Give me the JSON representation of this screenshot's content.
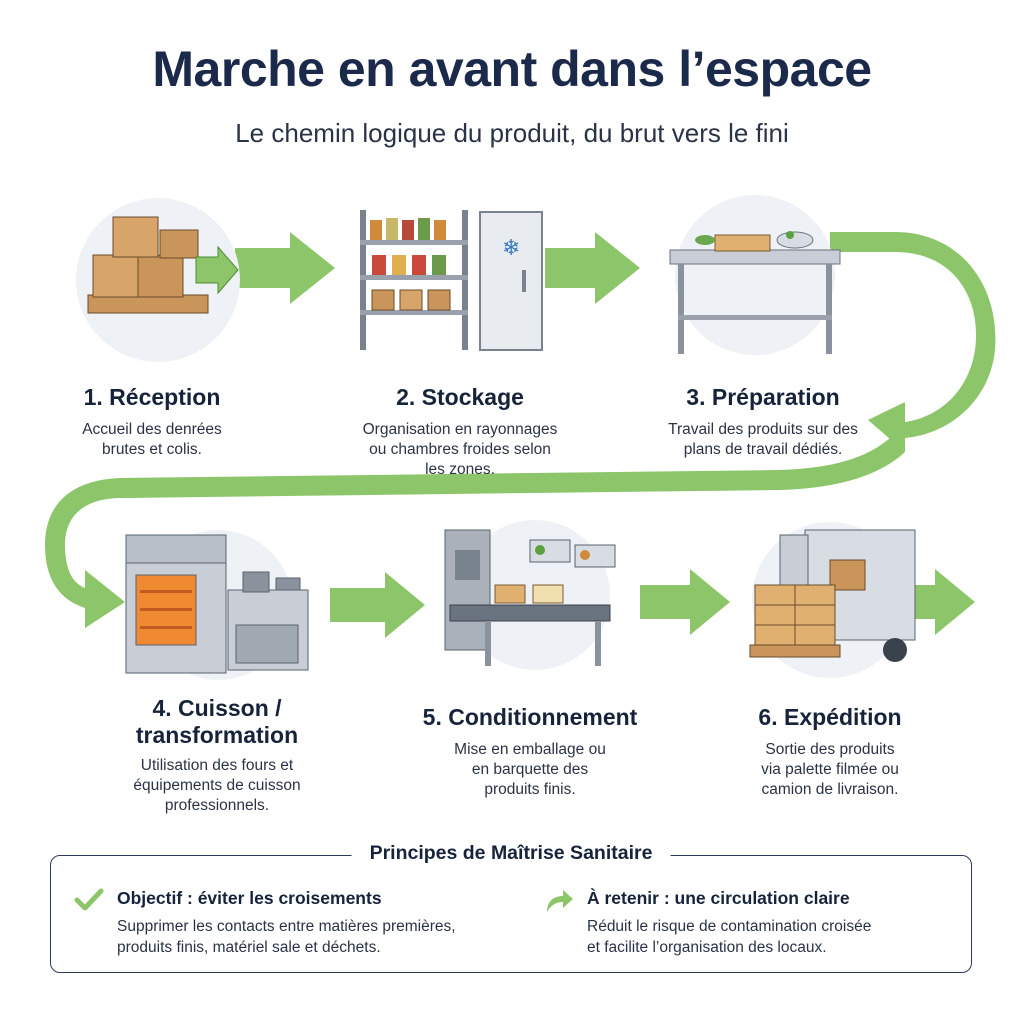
{
  "title": "Marche en avant dans l’espace",
  "subtitle": "Le chemin logique du produit, du brut vers le fini",
  "colors": {
    "arrow": "#8dc66a",
    "arrow_dark": "#76b152",
    "circle": "#eef1f5",
    "navy": "#1b2a4a"
  },
  "steps": [
    {
      "title": "1. Réception",
      "desc": [
        "Accueil des denrées",
        "brutes et colis."
      ],
      "icon": "boxes-pallet-icon"
    },
    {
      "title": "2. Stockage",
      "desc": [
        "Organisation en rayonnages",
        "ou chambres froides selon",
        "les zones."
      ],
      "icon": "shelving-cold-room-icon"
    },
    {
      "title": "3. Préparation",
      "desc": [
        "Travail des produits sur des",
        "plans de travail dédiés."
      ],
      "icon": "prep-table-icon"
    },
    {
      "title": [
        "4. Cuisson /",
        "transformation"
      ],
      "desc": [
        "Utilisation des fours et",
        "équipements de cuisson",
        "professionnels."
      ],
      "icon": "oven-stove-icon"
    },
    {
      "title": "5. Conditionnement",
      "desc": [
        "Mise en emballage ou",
        "en barquette des",
        "produits finis."
      ],
      "icon": "packaging-line-icon"
    },
    {
      "title": "6. Expédition",
      "desc": [
        "Sortie des produits",
        "via palette filmée ou",
        "camion de livraison."
      ],
      "icon": "truck-pallet-icon"
    }
  ],
  "principles": {
    "heading": "Principes de Maîtrise Sanitaire",
    "items": [
      {
        "icon": "check-icon",
        "title": "Objectif : éviter les croisements",
        "desc": [
          "Supprimer les contacts entre matières premières,",
          "produits finis, matériel sale et déchets."
        ]
      },
      {
        "icon": "curved-arrow-icon",
        "title": "À retenir : une circulation claire",
        "desc": [
          "Réduit le risque de contamination croisée",
          "et facilite l’organisation des locaux."
        ]
      }
    ]
  }
}
